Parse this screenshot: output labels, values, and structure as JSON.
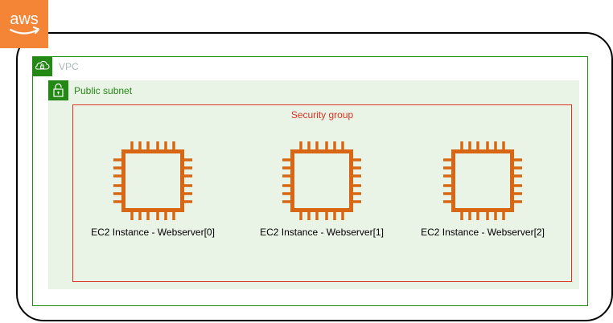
{
  "aws": {
    "logo_text": "aws",
    "logo_color": "#f58536"
  },
  "vpc": {
    "label": "VPC",
    "border_color": "#248814",
    "label_color": "#aab7b8"
  },
  "subnet": {
    "label": "Public subnet",
    "fill_color": "#e9f3e6",
    "accent_color": "#248814"
  },
  "security_group": {
    "label": "Security group",
    "color": "#dd3522"
  },
  "instances": [
    {
      "label": "EC2 Instance - Webserver[0]",
      "icon": "ec2-instance-icon"
    },
    {
      "label": "EC2 Instance - Webserver[1]",
      "icon": "ec2-instance-icon"
    },
    {
      "label": "EC2 Instance - Webserver[2]",
      "icon": "ec2-instance-icon"
    }
  ],
  "colors": {
    "ec2": "#d86613",
    "cloud_border": "#000000"
  }
}
